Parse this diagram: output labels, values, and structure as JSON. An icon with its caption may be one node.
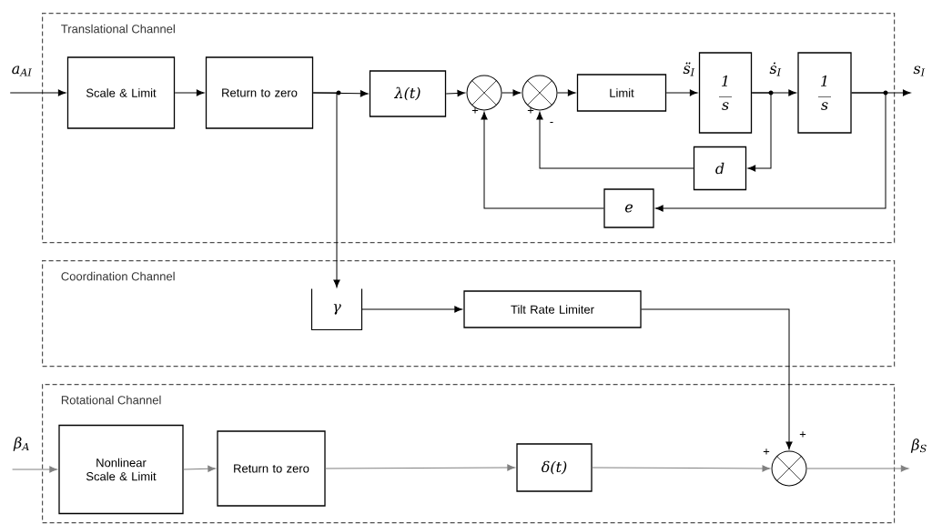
{
  "diagram": {
    "nodes": [
      {
        "text": [
          "Translational Channel"
        ]
      },
      {
        "text": [
          "Coordination Channel"
        ]
      },
      {
        "text": [
          "Rotational Channel"
        ]
      },
      {
        "text": [
          "a$_{AI}$"
        ]
      },
      {
        "text": [
          "Scale & Limit"
        ],
        "in": 0
      },
      {
        "text": [
          "Return to zero"
        ],
        "in": 0
      },
      {
        "text": [
          "λ(t)"
        ],
        "in": 0
      },
      {
        "text": [],
        "shape": "circle",
        "in": 0
      },
      {
        "text": [],
        "shape": "circle",
        "in": 0
      },
      {
        "text": [
          "Limit"
        ],
        "in": 0
      },
      {
        "text": [
          "1",
          "s"
        ],
        "in": 0
      },
      {
        "text": [
          "1",
          "s"
        ],
        "in": 0
      },
      {
        "text": [
          "d"
        ],
        "in": 0
      },
      {
        "text": [
          "e"
        ],
        "in": 0
      },
      {
        "text": [
          "s$_{I}$"
        ]
      },
      {
        "text": [
          "γ"
        ],
        "in": 1
      },
      {
        "text": [
          "Tilt Rate Limiter"
        ],
        "in": 1
      },
      {
        "text": [
          "β$_{A}$"
        ]
      },
      {
        "text": [
          "Nonlinear Scale & Limit"
        ],
        "in": 2
      },
      {
        "text": [
          "Return to zero"
        ],
        "in": 2
      },
      {
        "text": [
          "δ(t)"
        ],
        "in": 2
      },
      {
        "text": [],
        "shape": "circle",
        "in": 2
      },
      {
        "text": [
          "β$_{S}$"
        ]
      }
    ],
    "edges": [
      {
        "from": 3,
        "to": 4,
        "arrow": "to"
      },
      {
        "from": 4,
        "to": 5,
        "arrow": "to"
      },
      {
        "from": 5,
        "to": 6,
        "arrow": "to"
      },
      {
        "from": 6,
        "to": 7,
        "arrow": "to"
      },
      {
        "from": 7,
        "to": 8,
        "arrow": "to"
      },
      {
        "from": 8,
        "to": 9,
        "arrow": "to"
      },
      {
        "from": 9,
        "to": 10,
        "arrow": "to",
        "label": "s̈$_{I}$"
      },
      {
        "from": 10,
        "to": 11,
        "arrow": "to",
        "label": "ṡ$_{I}$"
      },
      {
        "from": 11,
        "to": 14,
        "arrow": "to"
      },
      {
        "from": 10,
        "to": 12,
        "arrow": "to"
      },
      {
        "from": 12,
        "to": 8,
        "arrow": "to"
      },
      {
        "from": 11,
        "to": 13,
        "arrow": "to"
      },
      {
        "from": 13,
        "to": 7,
        "arrow": "to"
      },
      {
        "from": 5,
        "to": 15,
        "arrow": "to"
      },
      {
        "from": 15,
        "to": 16,
        "arrow": "to"
      },
      {
        "from": 16,
        "to": 21,
        "arrow": "to"
      },
      {
        "from": 17,
        "to": 18,
        "arrow": "to",
        "color": "#808080"
      },
      {
        "from": 18,
        "to": 19,
        "arrow": "to",
        "color": "#808080"
      },
      {
        "from": 19,
        "to": 20,
        "arrow": "to",
        "color": "#808080"
      },
      {
        "from": 20,
        "to": 21,
        "arrow": "to",
        "color": "#808080"
      },
      {
        "from": 21,
        "to": 22,
        "arrow": "to",
        "color": "#808080"
      }
    ],
    "labels": [
      "+",
      "+",
      "-",
      "+",
      "+"
    ]
  }
}
